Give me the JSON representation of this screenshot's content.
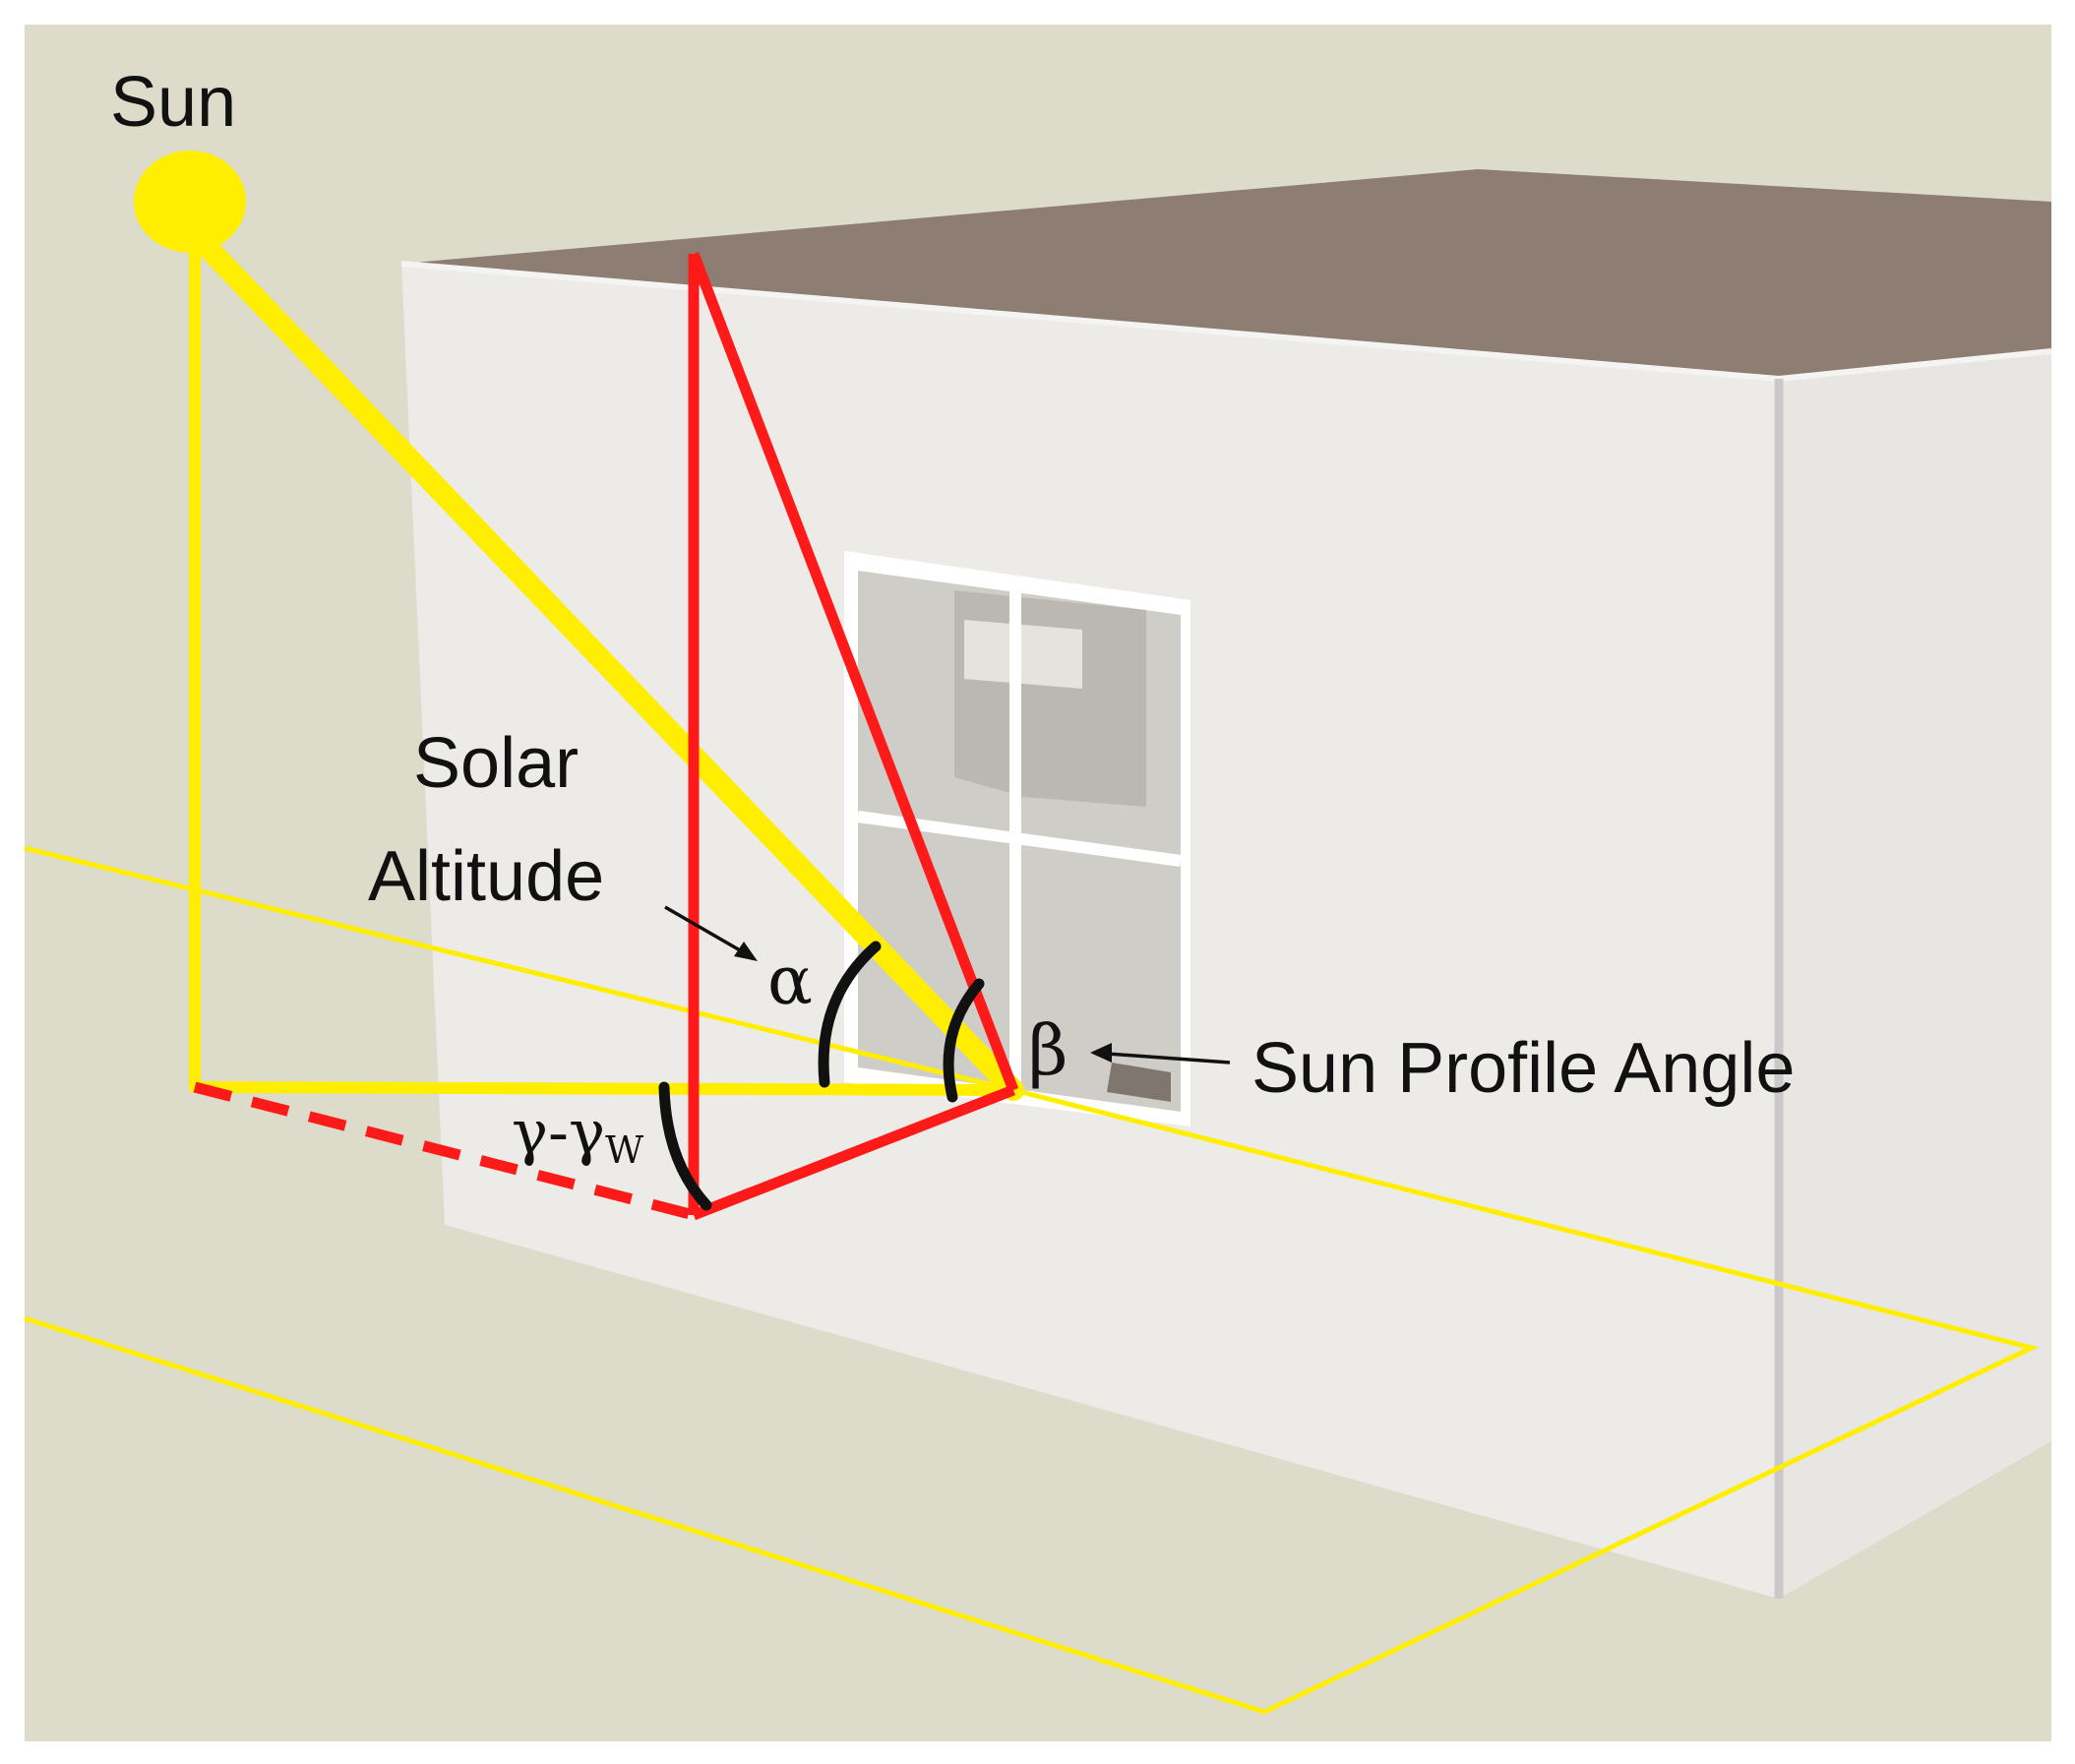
{
  "labels": {
    "sun": "Sun",
    "solar_line1": "Solar",
    "solar_line2": "Altitude",
    "alpha": "α",
    "beta": "β",
    "gamma_main": "γ-γ",
    "gamma_sub": "W",
    "profile": "Sun Profile Angle"
  },
  "colors": {
    "background": "#dddbc9",
    "wall_front": "#ecebe7",
    "wall_side": "#e6e5e1",
    "roof": "#8d7d72",
    "sun": "#ffee00",
    "sun_lines": "#ffee00",
    "red_lines": "#ff1a1a",
    "angle_arcs": "#111111"
  }
}
